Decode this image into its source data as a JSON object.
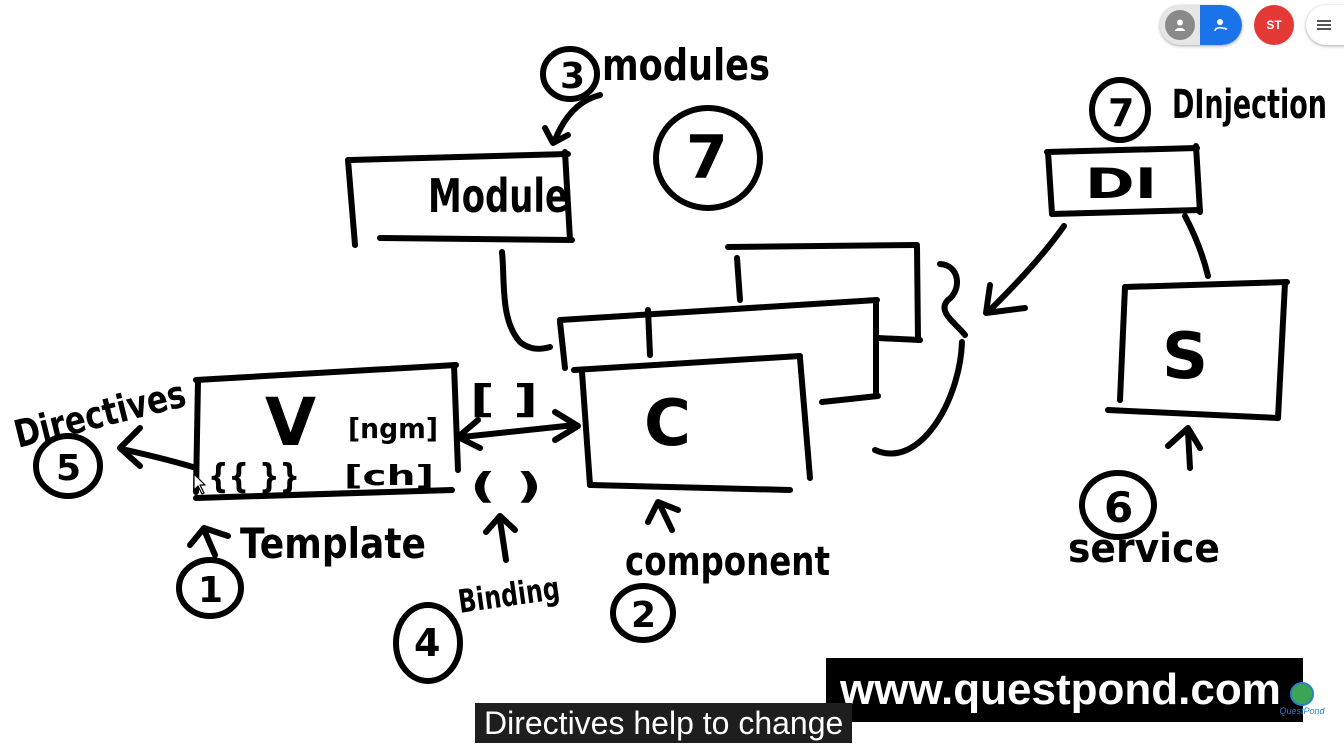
{
  "toolbar": {
    "user_avatar_initials": "ST",
    "user_avatar_color": "#e53935",
    "presenter_button_color": "#1a73e8"
  },
  "whiteboard": {
    "modules_label": "3 modules",
    "modules_number": "3",
    "modules_word": "modules",
    "module_box_text": "Module",
    "seven_circle": "7",
    "di_label_number": "7",
    "di_label_word": "DInjection",
    "di_box_text": "DI",
    "service_box_text": "S",
    "service_number": "6",
    "service_word": "service",
    "component_box_text": "C",
    "component_number": "2",
    "component_word": "component",
    "view_box_letter": "V",
    "view_ngm": "[ngm]",
    "view_interp": "{{ }}",
    "view_ch": "[ch]",
    "binding_square": "[ ]",
    "binding_round": "( )",
    "binding_number": "4",
    "binding_word": "Binding",
    "template_number": "1",
    "template_word": "Template",
    "directives_number": "5",
    "directives_word": "Directives"
  },
  "watermark": {
    "url_text": "www.questpond.com",
    "logo_text": "QuestPond"
  },
  "subtitle": {
    "text": "Directives help to change"
  }
}
